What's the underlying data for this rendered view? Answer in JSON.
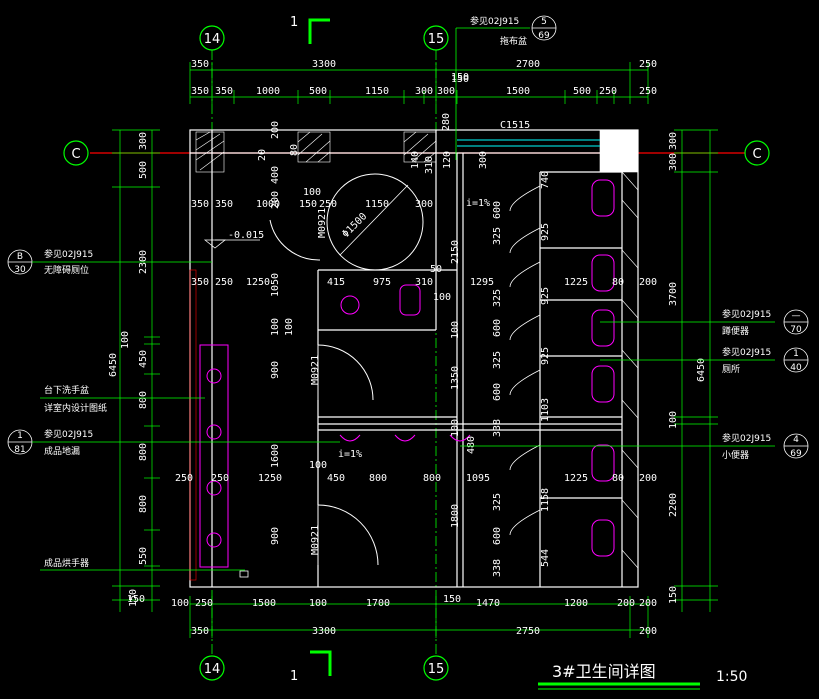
{
  "title": "3#卫生间详图",
  "scale": "1:50",
  "section_mark": "1",
  "axes": {
    "col_a": "14",
    "col_b": "15",
    "row_c": "C"
  },
  "top_dims": {
    "row1": [
      "350",
      "3300",
      "2700",
      "250"
    ],
    "row2": [
      "150"
    ],
    "row3": [
      "350",
      "350",
      "1000",
      "500",
      "1150",
      "300",
      "300",
      "1500",
      "500",
      "250",
      "250"
    ]
  },
  "bottom_dims": {
    "row1": [
      "150",
      "100",
      "250",
      "1500",
      "100",
      "1700",
      "150",
      "1470",
      "1200",
      "200",
      "200"
    ],
    "row2": [
      "350",
      "3300",
      "2750",
      "200"
    ]
  },
  "left_dims": {
    "outer": "6450",
    "parts": [
      "300",
      "500",
      "2300",
      "100",
      "450",
      "800",
      "800",
      "800",
      "550",
      "150"
    ]
  },
  "right_dims": {
    "outer": "6450",
    "parts": [
      "300",
      "300",
      "3700",
      "100",
      "2200",
      "150"
    ]
  },
  "interior_dims": [
    "280",
    "200",
    "400",
    "200",
    "20",
    "80",
    "140",
    "310",
    "300",
    "120",
    "100",
    "350",
    "350",
    "1000",
    "150",
    "250",
    "1150",
    "300",
    "350",
    "250",
    "1250",
    "1050",
    "415",
    "975",
    "310",
    "1295",
    "1225",
    "80",
    "200",
    "100",
    "100",
    "900",
    "1350",
    "100",
    "1600",
    "900",
    "1800",
    "250",
    "250",
    "1250",
    "450",
    "800",
    "800",
    "1095",
    "1225",
    "80",
    "200",
    "150",
    "50",
    "2150",
    "100",
    "100",
    "480",
    "100",
    "740",
    "600",
    "925",
    "325",
    "925",
    "325",
    "600",
    "925",
    "325",
    "600",
    "1103",
    "338",
    "1158",
    "325",
    "600",
    "544",
    "338"
  ],
  "annotations": {
    "ref_top": {
      "text": "参见02J915",
      "num_top": "5",
      "num_bottom": "69",
      "label": "拖布盆"
    },
    "ref_left_1": {
      "text": "参见02J915",
      "num_top": "B",
      "num_bottom": "30",
      "label": "无障碍厕位"
    },
    "sink_note_1": "台下洗手盆",
    "sink_note_2": "详室内设计图纸",
    "ref_left_2": {
      "text": "参见02J915",
      "num_top": "1",
      "num_bottom": "81",
      "label": "成品地漏"
    },
    "hand_dryer": "成品烘手器",
    "ref_right_1": {
      "text": "参见02J915",
      "num_top": "—",
      "num_bottom": "70",
      "label": "蹲便器"
    },
    "ref_right_2": {
      "text": "参见02J915",
      "num_top": "1",
      "num_bottom": "40",
      "label": "厕所"
    },
    "ref_right_3": {
      "text": "参见02J915",
      "num_top": "4",
      "num_bottom": "69",
      "label": "小便器"
    },
    "window": "C1515",
    "door_1": "M0921",
    "door_2": "M0921",
    "door_3": "M0921",
    "circle_dim": "Φ1500",
    "level": "-0.015",
    "slope_1": "i=1%",
    "slope_2": "i=1%"
  },
  "colors": {
    "background": "#000000",
    "dim_line": "#00ff00",
    "wall": "#ffffff",
    "fixture": "#ff00ff",
    "axis_bubble": "#00ff00",
    "grid_red": "#ff0000",
    "cyan": "#00ffff",
    "yellow": "#ffff00"
  }
}
